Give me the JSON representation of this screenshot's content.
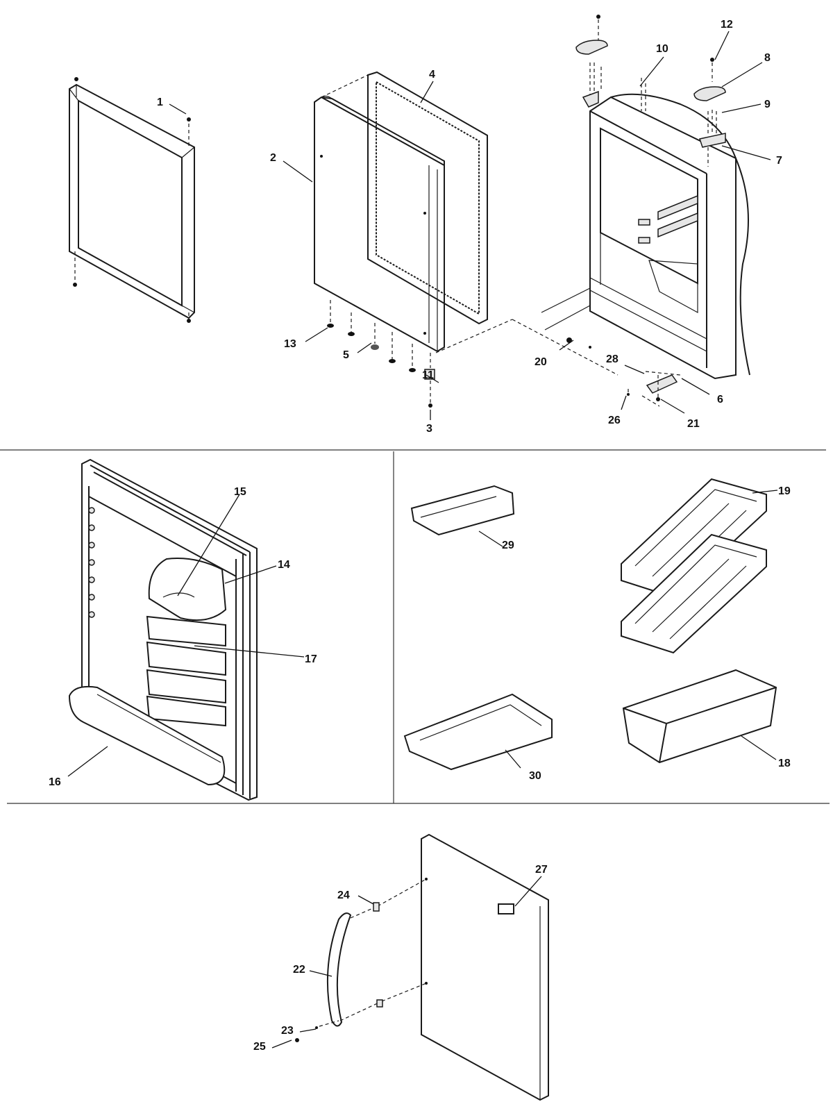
{
  "callouts": {
    "c1": "1",
    "c2": "2",
    "c3": "3",
    "c4": "4",
    "c5": "5",
    "c6": "6",
    "c7": "7",
    "c8": "8",
    "c9": "9",
    "c10": "10",
    "c11": "11",
    "c12": "12",
    "c13": "13",
    "c14": "14",
    "c15": "15",
    "c16": "16",
    "c17": "17",
    "c18": "18",
    "c19": "19",
    "c20": "20",
    "c21": "21",
    "c22": "22",
    "c23": "23",
    "c24": "24",
    "c25": "25",
    "c26": "26",
    "c27": "27",
    "c28": "28",
    "c29": "29",
    "c30": "30"
  },
  "colors": {
    "line": "#1a1a1a",
    "background": "#ffffff",
    "shade": "#e6e6e6"
  }
}
